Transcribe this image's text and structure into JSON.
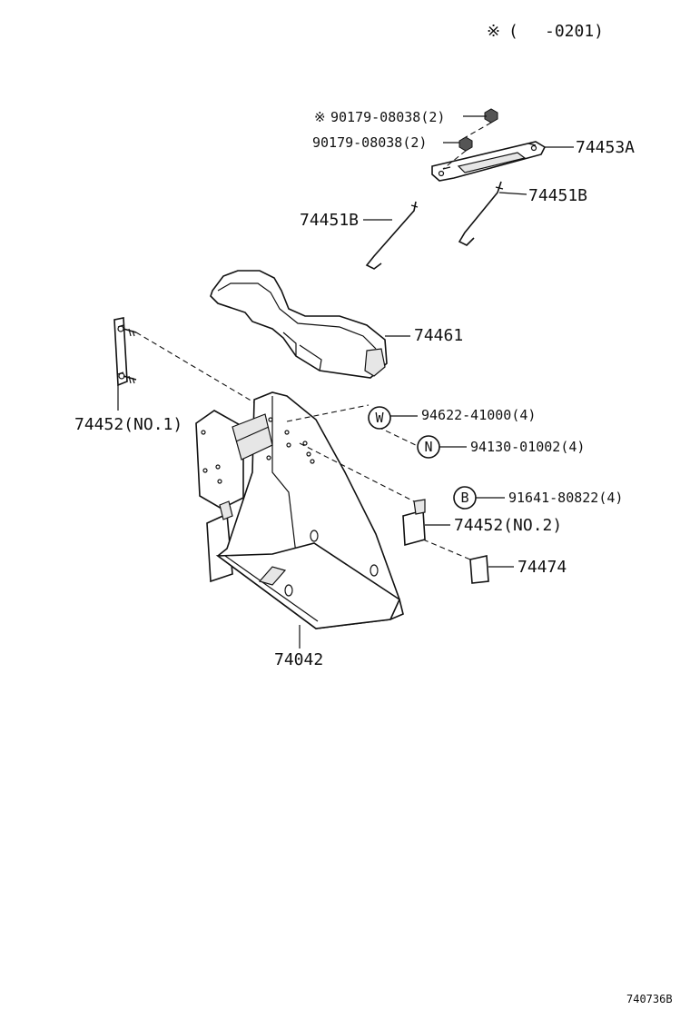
{
  "header": {
    "applicability_mark": "※",
    "applicability_open": "(",
    "applicability_range": "-0201)"
  },
  "parts": [
    {
      "id": "nut_marked",
      "prefix": "※",
      "label": "90179-08038(2)"
    },
    {
      "id": "nut",
      "label": "90179-08038(2)"
    },
    {
      "id": "clamp",
      "label": "74453A"
    },
    {
      "id": "rod_right",
      "label": "74451B"
    },
    {
      "id": "rod_left",
      "label": "74451B"
    },
    {
      "id": "cover",
      "label": "74461"
    },
    {
      "id": "bracket_no1",
      "label": "74452(NO.1)"
    },
    {
      "id": "washer",
      "circle": "W",
      "label": "94622-41000(4)"
    },
    {
      "id": "nut_n",
      "circle": "N",
      "label": "94130-01002(4)"
    },
    {
      "id": "bolt_b",
      "circle": "B",
      "label": "91641-80822(4)"
    },
    {
      "id": "bracket_no2",
      "label": "74452(NO.2)"
    },
    {
      "id": "pad",
      "label": "74474"
    },
    {
      "id": "carrier",
      "label": "74042"
    }
  ],
  "footer": {
    "drawing_code": "740736B"
  }
}
